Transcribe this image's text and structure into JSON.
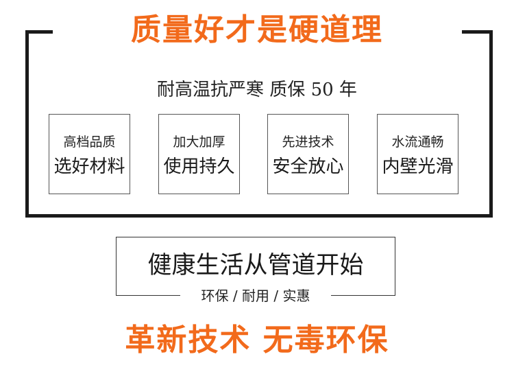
{
  "headline_top": "质量好才是硬道理",
  "tagline": "耐高温抗严寒  质保 50 年",
  "features": [
    {
      "line1": "高档品质",
      "line2": "选好材料"
    },
    {
      "line1": "加大加厚",
      "line2": "使用持久"
    },
    {
      "line1": "先进技术",
      "line2": "安全放心"
    },
    {
      "line1": "水流通畅",
      "line2": "内壁光滑"
    }
  ],
  "slogan": {
    "main": "健康生活从管道开始",
    "sub": "环保 / 耐用 / 实惠"
  },
  "headline_bottom": "革新技术  无毒环保",
  "colors": {
    "accent": "#f26a1b",
    "frame": "#1a1a1a"
  }
}
